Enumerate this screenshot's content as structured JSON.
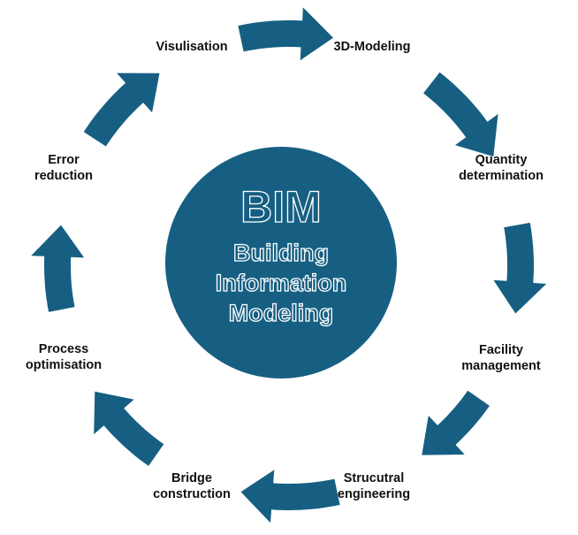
{
  "diagram": {
    "type": "cycle",
    "accent_color": "#165f82",
    "center": {
      "title": "BIM",
      "subtitle_lines": [
        "Building",
        "Information",
        "Modeling"
      ]
    },
    "nodes": [
      {
        "id": "visualisation",
        "lines": [
          "Visulisation"
        ]
      },
      {
        "id": "3d-modeling",
        "lines": [
          "3D-Modeling"
        ]
      },
      {
        "id": "quantity-determination",
        "lines": [
          "Quantity",
          "determination"
        ]
      },
      {
        "id": "facility-management",
        "lines": [
          "Facility",
          "management"
        ]
      },
      {
        "id": "structural-engineering",
        "lines": [
          "Strucutral",
          "engineering"
        ]
      },
      {
        "id": "bridge-construction",
        "lines": [
          "Bridge",
          "construction"
        ]
      },
      {
        "id": "process-optimisation",
        "lines": [
          "Process",
          "optimisation"
        ]
      },
      {
        "id": "error-reduction",
        "lines": [
          "Error",
          "reduction"
        ]
      }
    ],
    "edges": [
      {
        "from": "visualisation",
        "to": "3d-modeling"
      },
      {
        "from": "3d-modeling",
        "to": "quantity-determination"
      },
      {
        "from": "quantity-determination",
        "to": "facility-management"
      },
      {
        "from": "facility-management",
        "to": "structural-engineering"
      },
      {
        "from": "structural-engineering",
        "to": "bridge-construction"
      },
      {
        "from": "bridge-construction",
        "to": "process-optimisation"
      },
      {
        "from": "process-optimisation",
        "to": "error-reduction"
      },
      {
        "from": "error-reduction",
        "to": "visualisation"
      }
    ]
  }
}
